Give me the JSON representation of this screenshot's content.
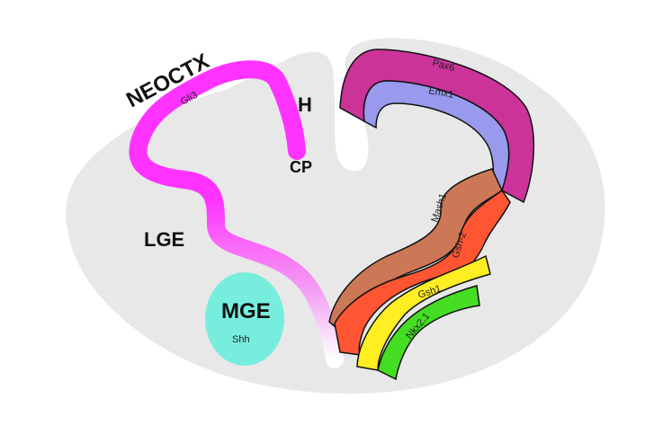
{
  "regions": {
    "neocortex": "NEOCTX",
    "hippocampus": "H",
    "choroid_plexus": "CP",
    "lge": "LGE",
    "mge": "MGE"
  },
  "genes": {
    "gli3": "Gli3",
    "shh": "Shh",
    "pax6": "Pax6",
    "emx1": "Emx1",
    "mash1": "Mash1",
    "gsh2": "Gsh-2",
    "gsh1": "Gsh1",
    "nkx21": "Nkx2.1"
  },
  "colors": {
    "background_tissue": "#e8e8e8",
    "gli3": "#ff33ff",
    "pax6": "#cc3399",
    "emx1": "#9999ee",
    "mash1": "#cc7755",
    "gsh2": "#ff5533",
    "gsh1": "#ffee22",
    "nkx21": "#44dd22",
    "mge_fill": "#77eedd"
  }
}
